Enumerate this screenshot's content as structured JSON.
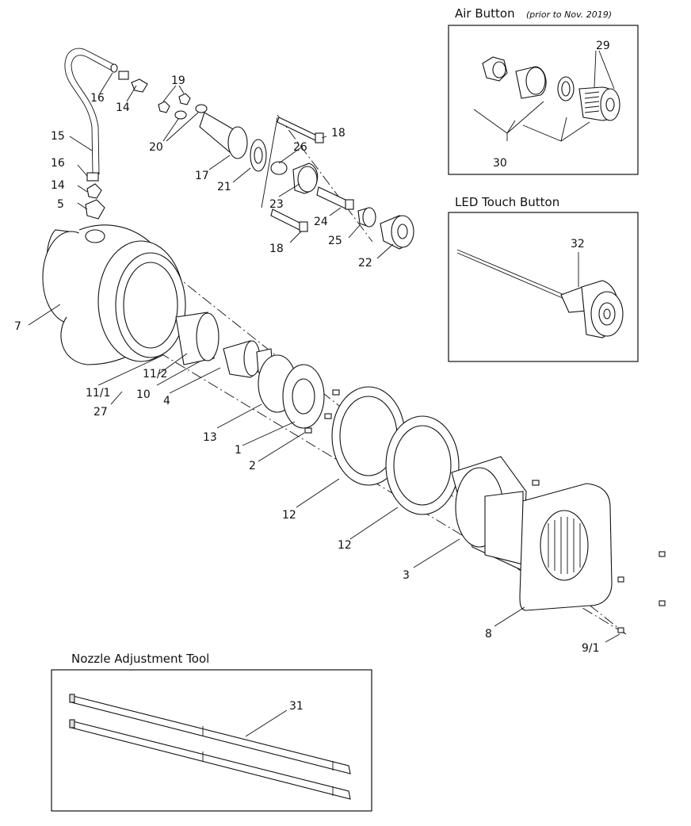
{
  "panels": {
    "air_button": {
      "title": "Air Button",
      "subtitle": "(prior to Nov. 2019)"
    },
    "led_button": {
      "title": "LED Touch Button"
    },
    "nozzle_tool": {
      "title": "Nozzle Adjustment Tool"
    }
  },
  "callouts": {
    "c1": "1",
    "c2": "2",
    "c3": "3",
    "c4": "4",
    "c5": "5",
    "c7": "7",
    "c8": "8",
    "c9_1": "9/1",
    "c10": "10",
    "c11_1": "11/1",
    "c11_2": "11/2",
    "c12a": "12",
    "c12b": "12",
    "c13": "13",
    "c14a": "14",
    "c14b": "14",
    "c15": "15",
    "c16a": "16",
    "c16b": "16",
    "c17": "17",
    "c18a": "18",
    "c18b": "18",
    "c19": "19",
    "c20": "20",
    "c21": "21",
    "c22": "22",
    "c23": "23",
    "c24": "24",
    "c25": "25",
    "c26": "26",
    "c27": "27",
    "c29": "29",
    "c30": "30",
    "c31": "31",
    "c32": "32"
  }
}
